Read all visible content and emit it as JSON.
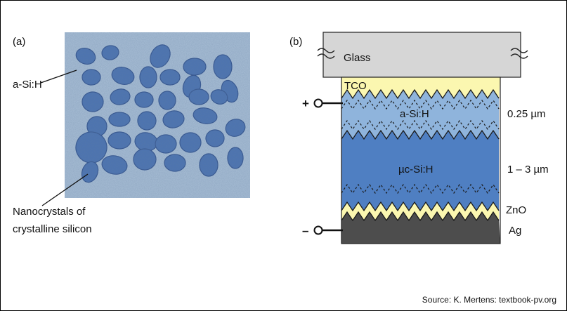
{
  "panel_a": {
    "label": "(a)",
    "matrix_label": "a-Si:H",
    "nanocrystal_label_line1": "Nanocrystals of",
    "nanocrystal_label_line2": "crystalline silicon",
    "matrix_color": "#a9bfd6",
    "crystal_color": "#4a74b4"
  },
  "panel_b": {
    "label": "(b)",
    "layers": {
      "glass": "Glass",
      "tco": "TCO",
      "a_si": "a-Si:H",
      "uc_si": "µc-Si:H",
      "zno": "ZnO",
      "ag": "Ag"
    },
    "thickness_a_si": "0.25 µm",
    "thickness_uc_si": "1 – 3 µm",
    "terminal_plus": "+",
    "terminal_minus": "–",
    "colors": {
      "glass": "#d6d6d6",
      "tco": "#fbf7b0",
      "a_si": "#8fb4dc",
      "uc_si": "#4f7fc2",
      "zno": "#fbf7b0",
      "ag": "#4d4d4d"
    }
  },
  "source": "Source: K. Mertens: textbook-pv.org"
}
